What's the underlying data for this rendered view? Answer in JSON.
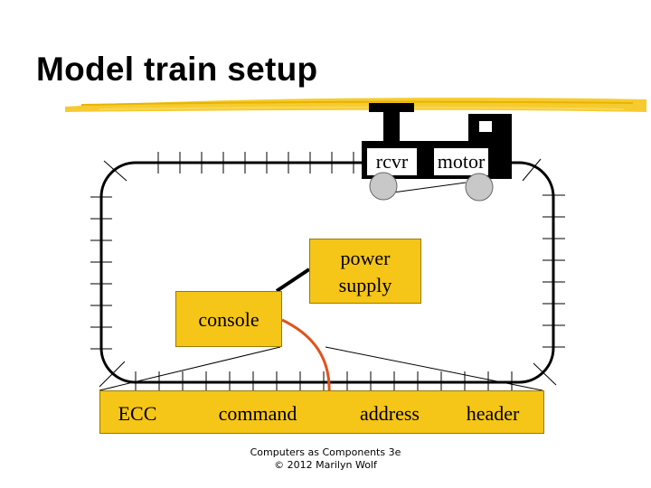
{
  "title": "Model train setup",
  "colors": {
    "accent": "#f5c518",
    "wire": "#e0531c",
    "train": "#000000",
    "wheel": "#c8c8c8"
  },
  "train": {
    "receiver_label": "rcvr",
    "motor_label": "motor"
  },
  "power_supply": {
    "label_line1": "power",
    "label_line2": "supply"
  },
  "console": {
    "label": "console"
  },
  "packet": {
    "fields": [
      "ECC",
      "command",
      "address",
      "header"
    ]
  },
  "footer": {
    "line1": "Computers as Components 3e",
    "line2": "© 2012 Marilyn Wolf"
  }
}
